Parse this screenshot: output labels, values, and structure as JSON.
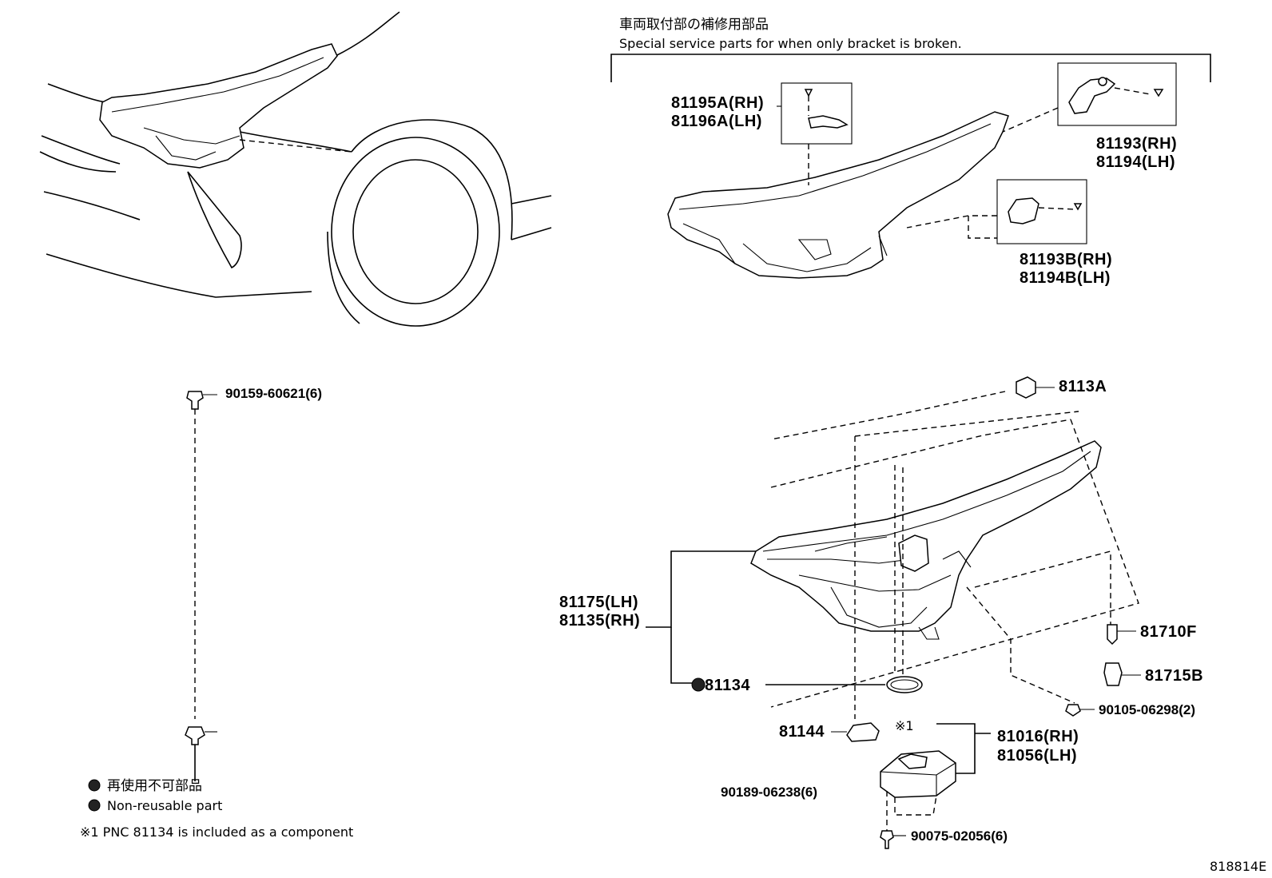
{
  "header": {
    "title_jp": "車両取付部の補修用部品",
    "title_en": "Special service parts for when only bracket is broken."
  },
  "callouts": {
    "p81195A_rh": "81195A(RH)",
    "p81196A_lh": "81196A(LH)",
    "p81193_rh": "81193(RH)",
    "p81194_lh": "81194(LH)",
    "p81193B_rh": "81193B(RH)",
    "p81194B_lh": "81194B(LH)",
    "p90159": "90159-60621(6)",
    "p8113A": "8113A",
    "p81175_lh": "81175(LH)",
    "p81135_rh": "81135(RH)",
    "p81134": "81134",
    "p81710F": "81710F",
    "p81715B": "81715B",
    "p90105": "90105-06298(2)",
    "p81144": "81144",
    "p_note1_mark": "※1",
    "p81016_rh": "81016(RH)",
    "p81056_lh": "81056(LH)",
    "p90189": "90189-06238(6)",
    "p90075": "90075-02056(6)"
  },
  "legend": {
    "non_reusable_jp": "再使用不可部品",
    "non_reusable_en": "Non-reusable part",
    "footnote": "※1 PNC 81134 is included as a component"
  },
  "figure_id": "818814E"
}
